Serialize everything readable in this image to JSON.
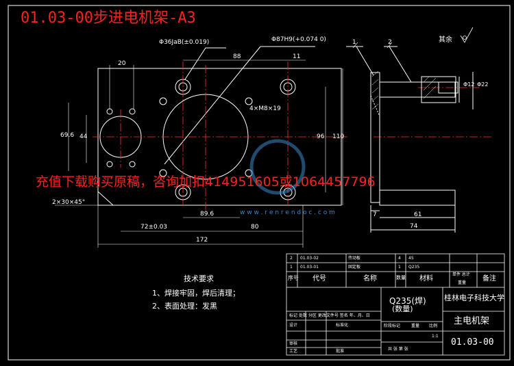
{
  "header": {
    "title": "01.03-00步进电机架-A3"
  },
  "watermark": {
    "text": "充值下载购买原稿，咨询加扣414951605或1064457796",
    "site": "w w w . r e n r e n d o c . c o m"
  },
  "surface_finish": {
    "label": "其余"
  },
  "balloons": {
    "p1": "1",
    "p2": "2"
  },
  "dims": {
    "d_hole_top": "Φ36JaB(±0.019)",
    "d_87": "Φ87H9(+0.074 0)",
    "d_20": "20",
    "d_88": "88",
    "d_11": "11",
    "d_4xm8": "4×M8×19",
    "d_69_6": "69.6",
    "d_44": "44",
    "d_96": "96",
    "d_110": "110",
    "d_chamfer": "2×30×45°",
    "d_72": "72±0.03",
    "d_89_6": "89.6",
    "d_80": "80",
    "d_172": "172",
    "d_7": "7",
    "d_61": "61",
    "d_74": "74",
    "d_12": "Φ12",
    "d_22": "Φ22"
  },
  "requirements": {
    "heading": "技术要求",
    "item1": "1、焊接牢固，焊后清理；",
    "item2": "2、表面处理：发黑"
  },
  "bom": {
    "rows": [
      {
        "no": "2",
        "code": "01.03-02",
        "name": "传动板",
        "qty": "4",
        "material": "45"
      },
      {
        "no": "1",
        "code": "01.03-01",
        "name": "固定板",
        "qty": "1",
        "material": "Q235"
      }
    ],
    "header": {
      "no": "序号",
      "code": "代号",
      "name": "名称",
      "qty": "数量",
      "material": "材料",
      "single_total": "单件 总计",
      "weight": "重量",
      "remark": "备注"
    }
  },
  "title_block": {
    "material_mark": "Q235(焊)",
    "quantity": "(数量)",
    "school": "桂林电子科技大学",
    "part_name": "主电机架",
    "drawing_no": "01.03-00",
    "scale": "1:1",
    "row_labels": [
      "标记",
      "处数",
      "分区",
      "更改文件号",
      "签名",
      "年、月、日"
    ],
    "design": "设计",
    "standard": "标准化",
    "stage_mark": "阶段标记",
    "weight": "重量",
    "scale_label": "比例",
    "review": "审核",
    "process": "工艺",
    "approve": "批准",
    "sheet": "共 张 第 张"
  }
}
